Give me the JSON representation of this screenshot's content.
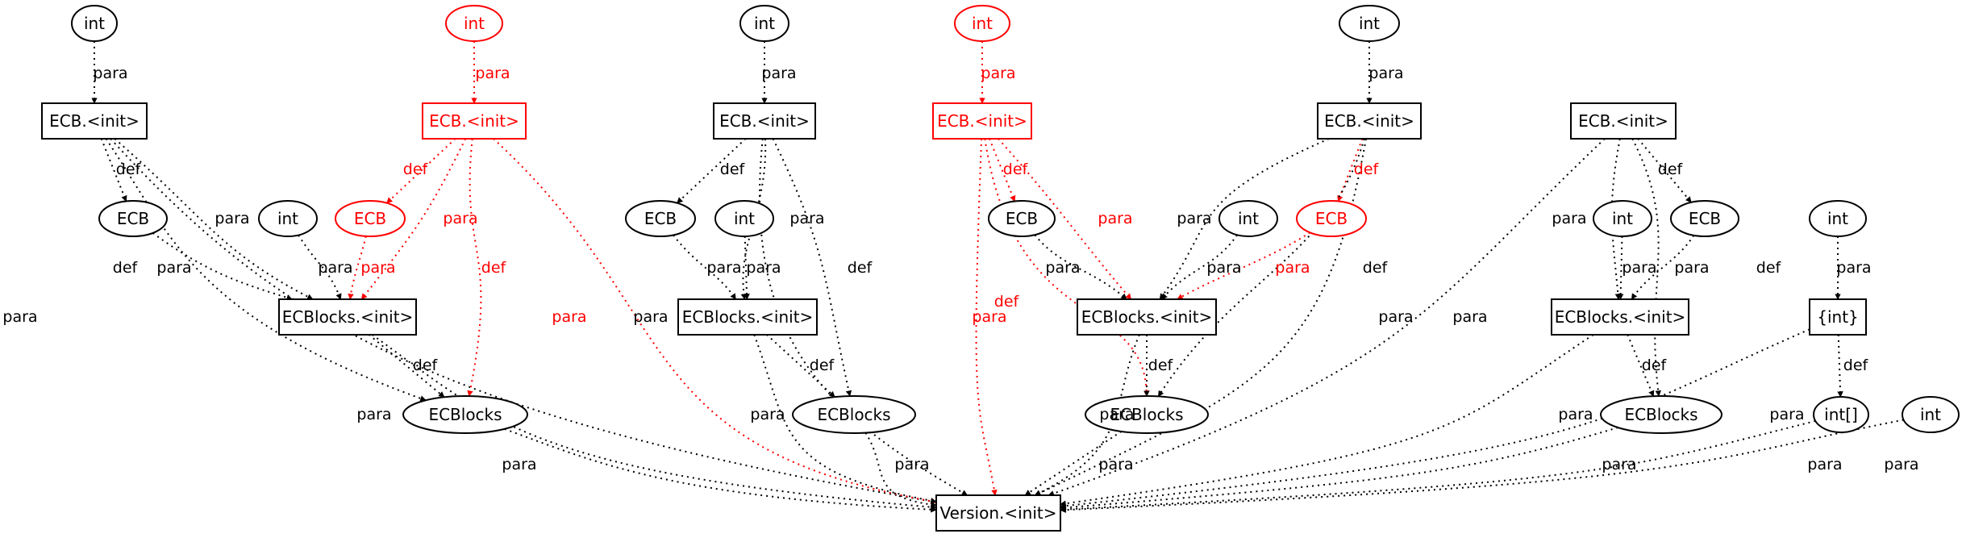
{
  "colors": {
    "normal": "#000000",
    "highlight": "#ff0000",
    "background": "#ffffff"
  },
  "nodes": [
    {
      "id": "n1",
      "shape": "ellipse",
      "label": "int",
      "color": "normal"
    },
    {
      "id": "n2",
      "shape": "box",
      "label": "ECB.<init>",
      "color": "normal"
    },
    {
      "id": "n3",
      "shape": "ellipse",
      "label": "ECB",
      "color": "normal"
    },
    {
      "id": "n4",
      "shape": "ellipse",
      "label": "int",
      "color": "normal"
    },
    {
      "id": "n5",
      "shape": "box",
      "label": "ECBlocks.<init>",
      "color": "normal"
    },
    {
      "id": "n6",
      "shape": "ellipse",
      "label": "ECBlocks",
      "color": "normal"
    },
    {
      "id": "n7",
      "shape": "ellipse",
      "label": "int",
      "color": "red"
    },
    {
      "id": "n8",
      "shape": "box",
      "label": "ECB.<init>",
      "color": "red"
    },
    {
      "id": "n9",
      "shape": "ellipse",
      "label": "ECB",
      "color": "red"
    },
    {
      "id": "n10",
      "shape": "ellipse",
      "label": "int",
      "color": "normal"
    },
    {
      "id": "n11",
      "shape": "box",
      "label": "ECB.<init>",
      "color": "normal"
    },
    {
      "id": "n12",
      "shape": "ellipse",
      "label": "ECB",
      "color": "normal"
    },
    {
      "id": "n13",
      "shape": "ellipse",
      "label": "int",
      "color": "normal"
    },
    {
      "id": "n14",
      "shape": "box",
      "label": "ECBlocks.<init>",
      "color": "normal"
    },
    {
      "id": "n15",
      "shape": "ellipse",
      "label": "ECBlocks",
      "color": "normal"
    },
    {
      "id": "n16",
      "shape": "ellipse",
      "label": "int",
      "color": "red"
    },
    {
      "id": "n17",
      "shape": "box",
      "label": "ECB.<init>",
      "color": "red"
    },
    {
      "id": "n18",
      "shape": "ellipse",
      "label": "ECB",
      "color": "normal"
    },
    {
      "id": "n19",
      "shape": "box",
      "label": "Version.<init>",
      "color": "normal"
    },
    {
      "id": "n20",
      "shape": "ellipse",
      "label": "int",
      "color": "normal"
    },
    {
      "id": "n21",
      "shape": "box",
      "label": "ECB.<init>",
      "color": "normal"
    },
    {
      "id": "n22",
      "shape": "ellipse",
      "label": "int",
      "color": "normal"
    },
    {
      "id": "n23",
      "shape": "ellipse",
      "label": "ECB",
      "color": "red"
    },
    {
      "id": "n24",
      "shape": "box",
      "label": "ECBlocks.<init>",
      "color": "normal"
    },
    {
      "id": "n25",
      "shape": "ellipse",
      "label": "ECBlocks",
      "color": "normal"
    },
    {
      "id": "n26",
      "shape": "box",
      "label": "ECB.<init>",
      "color": "normal"
    },
    {
      "id": "n27",
      "shape": "ellipse",
      "label": "int",
      "color": "normal"
    },
    {
      "id": "n28",
      "shape": "ellipse",
      "label": "ECB",
      "color": "normal"
    },
    {
      "id": "n29",
      "shape": "box",
      "label": "ECBlocks.<init>",
      "color": "normal"
    },
    {
      "id": "n30",
      "shape": "ellipse",
      "label": "ECBlocks",
      "color": "normal"
    },
    {
      "id": "n31",
      "shape": "ellipse",
      "label": "int",
      "color": "normal"
    },
    {
      "id": "n32",
      "shape": "box",
      "label": "{int}",
      "color": "normal"
    },
    {
      "id": "n33",
      "shape": "ellipse",
      "label": "int[]",
      "color": "normal"
    },
    {
      "id": "n34",
      "shape": "ellipse",
      "label": "int",
      "color": "normal"
    }
  ],
  "edges": [
    {
      "from": "n1",
      "to": "n2",
      "label": "para",
      "color": "normal"
    },
    {
      "from": "n2",
      "to": "n3",
      "label": "def",
      "color": "normal"
    },
    {
      "from": "n2",
      "to": "n5",
      "label": "para",
      "color": "normal"
    },
    {
      "from": "n2",
      "to": "n6",
      "label": "def",
      "color": "normal"
    },
    {
      "from": "n2",
      "to": "n19",
      "label": "para",
      "color": "normal"
    },
    {
      "from": "n3",
      "to": "n5",
      "label": "para",
      "color": "normal"
    },
    {
      "from": "n4",
      "to": "n5",
      "label": "para",
      "color": "normal"
    },
    {
      "from": "n5",
      "to": "n6",
      "label": "def",
      "color": "normal"
    },
    {
      "from": "n5",
      "to": "n19",
      "label": "para",
      "color": "normal"
    },
    {
      "from": "n6",
      "to": "n19",
      "label": "para",
      "color": "normal"
    },
    {
      "from": "n7",
      "to": "n8",
      "label": "para",
      "color": "red"
    },
    {
      "from": "n8",
      "to": "n9",
      "label": "def",
      "color": "red"
    },
    {
      "from": "n8",
      "to": "n5",
      "label": "para",
      "color": "red"
    },
    {
      "from": "n8",
      "to": "n6",
      "label": "def",
      "color": "red"
    },
    {
      "from": "n8",
      "to": "n19",
      "label": "para",
      "color": "red"
    },
    {
      "from": "n9",
      "to": "n5",
      "label": "para",
      "color": "red"
    },
    {
      "from": "n10",
      "to": "n11",
      "label": "para",
      "color": "normal"
    },
    {
      "from": "n11",
      "to": "n12",
      "label": "def",
      "color": "normal"
    },
    {
      "from": "n11",
      "to": "n14",
      "label": "para",
      "color": "normal"
    },
    {
      "from": "n11",
      "to": "n15",
      "label": "def",
      "color": "normal"
    },
    {
      "from": "n11",
      "to": "n19",
      "label": "para",
      "color": "normal"
    },
    {
      "from": "n12",
      "to": "n14",
      "label": "para",
      "color": "normal"
    },
    {
      "from": "n13",
      "to": "n14",
      "label": "para",
      "color": "normal"
    },
    {
      "from": "n14",
      "to": "n15",
      "label": "def",
      "color": "normal"
    },
    {
      "from": "n14",
      "to": "n19",
      "label": "para",
      "color": "normal"
    },
    {
      "from": "n15",
      "to": "n19",
      "label": "para",
      "color": "normal"
    },
    {
      "from": "n16",
      "to": "n17",
      "label": "para",
      "color": "red"
    },
    {
      "from": "n17",
      "to": "n18",
      "label": "def",
      "color": "red"
    },
    {
      "from": "n17",
      "to": "n24",
      "label": "para",
      "color": "red"
    },
    {
      "from": "n17",
      "to": "n25",
      "label": "def",
      "color": "red"
    },
    {
      "from": "n17",
      "to": "n19",
      "label": "para",
      "color": "red"
    },
    {
      "from": "n18",
      "to": "n24",
      "label": "para",
      "color": "normal"
    },
    {
      "from": "n20",
      "to": "n21",
      "label": "para",
      "color": "normal"
    },
    {
      "from": "n21",
      "to": "n23",
      "label": "def",
      "color": "red"
    },
    {
      "from": "n21",
      "to": "n24",
      "label": "para",
      "color": "normal"
    },
    {
      "from": "n21",
      "to": "n25",
      "label": "def",
      "color": "normal"
    },
    {
      "from": "n21",
      "to": "n19",
      "label": "para",
      "color": "normal"
    },
    {
      "from": "n22",
      "to": "n24",
      "label": "para",
      "color": "normal"
    },
    {
      "from": "n23",
      "to": "n24",
      "label": "para",
      "color": "red"
    },
    {
      "from": "n24",
      "to": "n25",
      "label": "def",
      "color": "normal"
    },
    {
      "from": "n24",
      "to": "n19",
      "label": "para",
      "color": "normal"
    },
    {
      "from": "n25",
      "to": "n19",
      "label": "para",
      "color": "normal"
    },
    {
      "from": "n26",
      "to": "n28",
      "label": "def",
      "color": "normal"
    },
    {
      "from": "n26",
      "to": "n29",
      "label": "para",
      "color": "normal"
    },
    {
      "from": "n26",
      "to": "n30",
      "label": "def",
      "color": "normal"
    },
    {
      "from": "n26",
      "to": "n19",
      "label": "para",
      "color": "normal"
    },
    {
      "from": "n27",
      "to": "n29",
      "label": "para",
      "color": "normal"
    },
    {
      "from": "n28",
      "to": "n29",
      "label": "para",
      "color": "normal"
    },
    {
      "from": "n29",
      "to": "n30",
      "label": "def",
      "color": "normal"
    },
    {
      "from": "n29",
      "to": "n19",
      "label": "para",
      "color": "normal"
    },
    {
      "from": "n30",
      "to": "n19",
      "label": "para",
      "color": "normal"
    },
    {
      "from": "n31",
      "to": "n32",
      "label": "para",
      "color": "normal"
    },
    {
      "from": "n32",
      "to": "n33",
      "label": "def",
      "color": "normal"
    },
    {
      "from": "n32",
      "to": "n19",
      "label": "para",
      "color": "normal"
    },
    {
      "from": "n33",
      "to": "n19",
      "label": "para",
      "color": "normal"
    },
    {
      "from": "n34",
      "to": "n19",
      "label": "para",
      "color": "normal"
    }
  ]
}
